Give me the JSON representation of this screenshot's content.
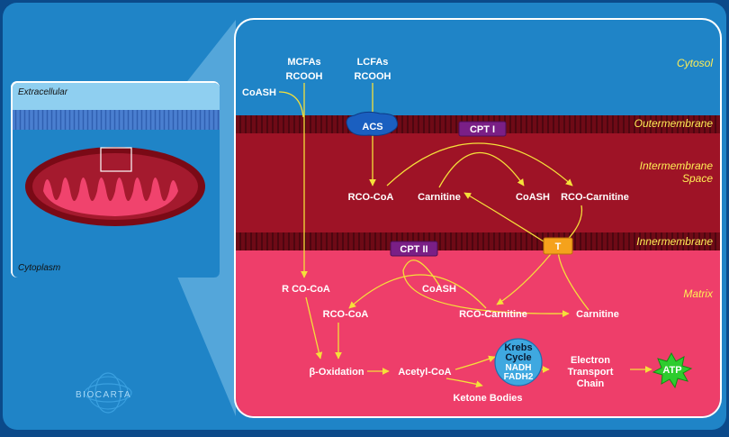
{
  "inset": {
    "extracellular": "Extracellular",
    "cytoplasm": "Cytoplasm"
  },
  "logo": {
    "text": "BIOCARTA"
  },
  "regions": {
    "cytosol": "Cytosol",
    "outer_membrane": "Outermembrane",
    "intermembrane_line1": "Intermembrane",
    "intermembrane_line2": "Space",
    "inner_membrane": "Innermembrane",
    "matrix": "Matrix"
  },
  "molecules": {
    "mcfas": "MCFAs",
    "mcfas_formula": "RCOOH",
    "lcfas": "LCFAs",
    "lcfas_formula": "RCOOH",
    "coash_cytosol": "CoASH",
    "rco_coa_ims": "RCO-CoA",
    "carnitine_ims": "Carnitine",
    "coash_ims": "CoASH",
    "rco_carnitine_ims": "RCO-Carnitine",
    "r_co_coa_matrix": "R CO-CoA",
    "coash_matrix": "CoASH",
    "rco_coa_matrix": "RCO-CoA",
    "rco_carnitine_matrix": "RCO-Carnitine",
    "carnitine_matrix": "Carnitine",
    "beta_oxidation": "β-Oxidation",
    "acetyl_coa": "Acetyl-CoA",
    "ketone_bodies": "Ketone Bodies",
    "etc_line1": "Electron",
    "etc_line2": "Transport",
    "etc_line3": "Chain"
  },
  "proteins": {
    "acs": "ACS",
    "cpt1": "CPT I",
    "cpt2": "CPT II",
    "t": "T",
    "krebs_line1": "Krebs",
    "krebs_line2": "Cycle",
    "krebs_line3": "NADH",
    "krebs_line4": "FADH2",
    "atp": "ATP"
  },
  "colors": {
    "frame": "#0b4a8a",
    "background_blue": "#1f84c7",
    "membrane_dark": "#8a0f1c",
    "intermembrane": "#a51426",
    "matrix": "#ee3e6a",
    "arrow": "#f5e03a",
    "cpt_purple": "#7a1f86",
    "t_orange": "#f5a21c",
    "acs_blue": "#1a5fc0",
    "krebs_blue": "#3fa8e0",
    "atp_green": "#2ecc2e"
  }
}
